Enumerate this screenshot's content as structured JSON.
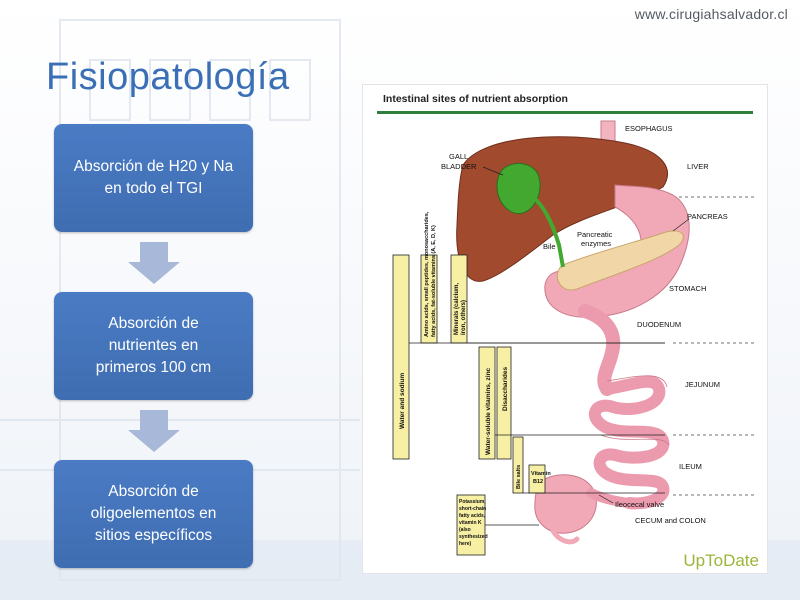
{
  "site_url": "www.cirugiahsalvador.cl",
  "slide": {
    "title": "Fisiopatología",
    "boxes": [
      {
        "text": "Absorción de H20 y Na\nen todo el TGI"
      },
      {
        "text": "Absorción de\nnutrientes en\nprimeros 100 cm"
      },
      {
        "text": "Absorción de\noligoelementos en\nsitios específicos"
      }
    ]
  },
  "diagram": {
    "title": "Intestinal sites of nutrient absorption",
    "organs": {
      "esophagus": "ESOPHAGUS",
      "liver": "LIVER",
      "pancreas": "PANCREAS",
      "stomach": "STOMACH",
      "duodenum": "DUODENUM",
      "jejunum": "JEJUNUM",
      "ileum": "ILEUM",
      "cecum_colon": "CECUM and COLON"
    },
    "labels": {
      "gall_1": "GALL",
      "gall_2": "BLADDER",
      "bile": "Bile",
      "pancreatic_1": "Pancreatic",
      "pancreatic_2": "enzymes",
      "ileocecal": "Ileocecal valve"
    },
    "nutrients": {
      "water": "Water and sodium",
      "amino_1": "Amino acids, small peptides, monosaccharides,",
      "amino_2": "fatty acids, fat-soluble vitamins (A, E, D, K)",
      "minerals_1": "Minerals (calcium,",
      "minerals_2": "iron, others)",
      "water_soluble": "Water-soluble vitamins, zinc",
      "disaccharides": "Disaccharides",
      "bile_salts": "Bile salts",
      "vit_1": "Vitamin",
      "vit_2": "B12",
      "pot_1": "Potassium,",
      "pot_2": "short-chain",
      "pot_3": "fatty acids,",
      "pot_4": "vitamin K",
      "pot_5": "(also",
      "pot_6": "synthesized",
      "pot_7": "here)"
    },
    "brand": "UpToDate",
    "colors": {
      "bar": "#f6efa4",
      "liver": "#a24a2e",
      "gallbladder": "#43a82f",
      "intestine": "#ec9bae",
      "rule": "#2f7f3c"
    }
  }
}
